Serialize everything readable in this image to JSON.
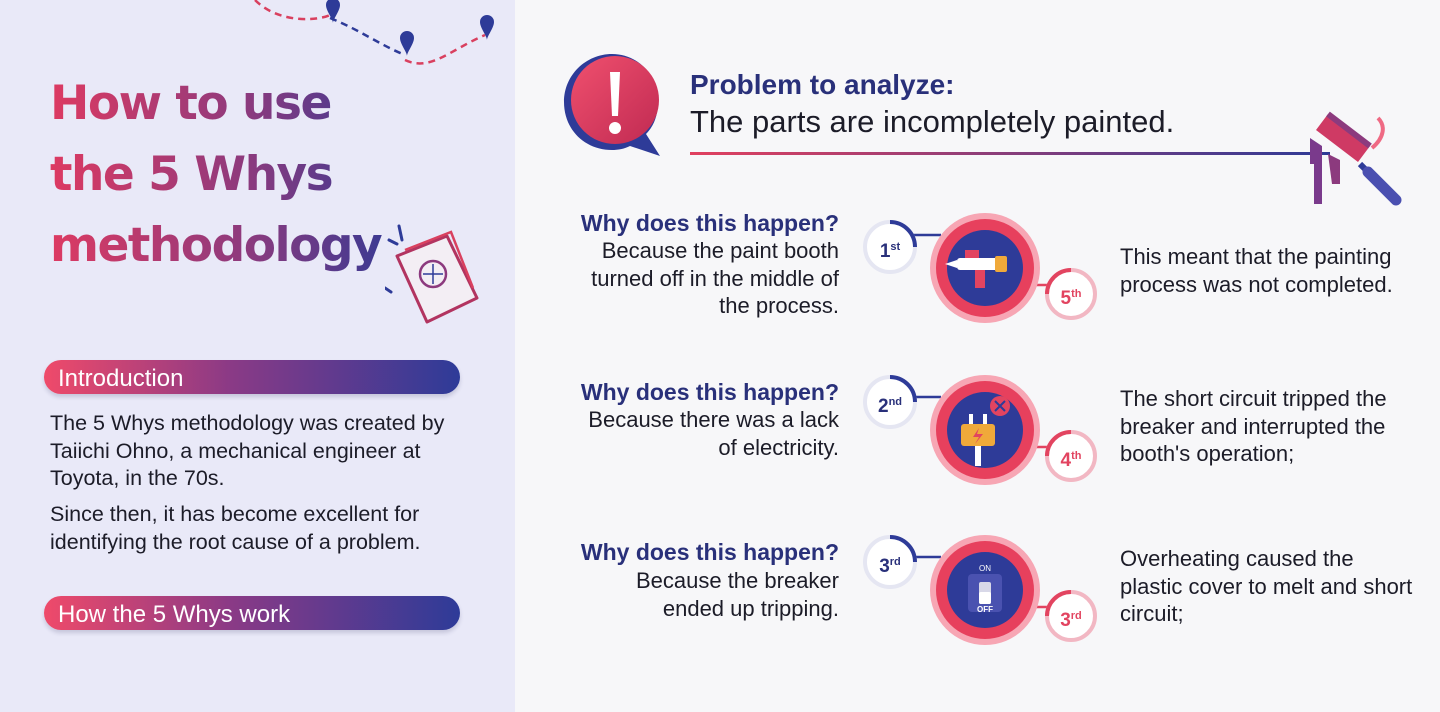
{
  "title": {
    "line1": "How to use",
    "line2": "the 5 Whys",
    "line3": "methodology"
  },
  "intro": {
    "label": "Introduction",
    "paragraph1": "The 5 Whys methodology was created by Taiichi Ohno, a mechanical engineer at Toyota, in the 70s.",
    "paragraph2": "Since then, it has become excellent for identifying the root cause of a problem."
  },
  "how": {
    "label": "How the 5 Whys work"
  },
  "problem": {
    "heading": "Problem to analyze:",
    "text": "The parts are incompletely painted."
  },
  "whys": [
    {
      "question": "Why does this happen?",
      "answer": "Because the paint booth turned off in the middle of the process.",
      "ordinal_num": "1",
      "ordinal_suffix": "st",
      "icon": "paint-gun-icon"
    },
    {
      "question": "Why does this happen?",
      "answer": "Because there was a lack of electricity.",
      "ordinal_num": "2",
      "ordinal_suffix": "nd",
      "icon": "plug-icon"
    },
    {
      "question": "Why does this happen?",
      "answer": "Because the breaker ended up tripping.",
      "ordinal_num": "3",
      "ordinal_suffix": "rd",
      "icon": "breaker-switch-icon",
      "switch_on": "ON",
      "switch_off": "OFF"
    }
  ],
  "results": [
    {
      "text": "This meant that the painting process was not completed.",
      "ordinal_num": "5",
      "ordinal_suffix": "th"
    },
    {
      "text": "The short circuit tripped the breaker and interrupted the booth's operation;",
      "ordinal_num": "4",
      "ordinal_suffix": "th"
    },
    {
      "text": "Overheating caused the plastic cover to melt and short circuit;",
      "ordinal_num": "3",
      "ordinal_suffix": "rd"
    }
  ],
  "colors": {
    "navy": "#29307a",
    "red": "#e24460",
    "pink": "#ef6a84",
    "indigo": "#2e3b98"
  },
  "decor_icons": [
    "map-route-icon",
    "location-pin-icon",
    "notebook-icon",
    "alert-bubble-icon",
    "paint-roller-icon"
  ]
}
